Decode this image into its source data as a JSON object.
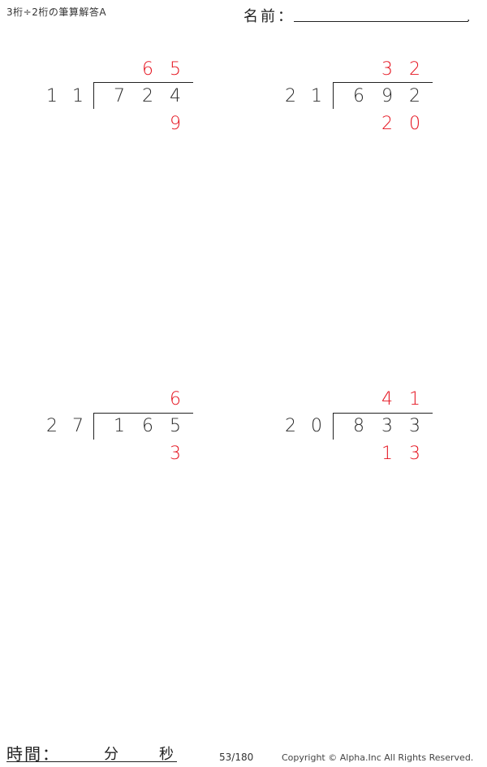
{
  "header": {
    "title": "3桁÷2桁の筆算解答A",
    "name_label": "名前：",
    "name_end": "."
  },
  "problems": [
    {
      "divisor": [
        "1",
        "1"
      ],
      "dividend": [
        "7",
        "2",
        "4"
      ],
      "quotient": [
        "6",
        "5"
      ],
      "remainder": [
        "9"
      ]
    },
    {
      "divisor": [
        "2",
        "1"
      ],
      "dividend": [
        "6",
        "9",
        "2"
      ],
      "quotient": [
        "3",
        "2"
      ],
      "remainder": [
        "2",
        "0"
      ]
    },
    {
      "divisor": [
        "2",
        "7"
      ],
      "dividend": [
        "1",
        "6",
        "5"
      ],
      "quotient": [
        "6"
      ],
      "remainder": [
        "3"
      ]
    },
    {
      "divisor": [
        "2",
        "0"
      ],
      "dividend": [
        "8",
        "3",
        "3"
      ],
      "quotient": [
        "4",
        "1"
      ],
      "remainder": [
        "1",
        "3"
      ]
    }
  ],
  "footer": {
    "time_label": "時間：",
    "minutes_label": "分",
    "seconds_label": "秒",
    "page": "53/180",
    "copyright": "Copyright © Alpha.Inc All Rights Reserved."
  },
  "colors": {
    "answer": "#e5121e",
    "text": "#2a2a2a"
  }
}
